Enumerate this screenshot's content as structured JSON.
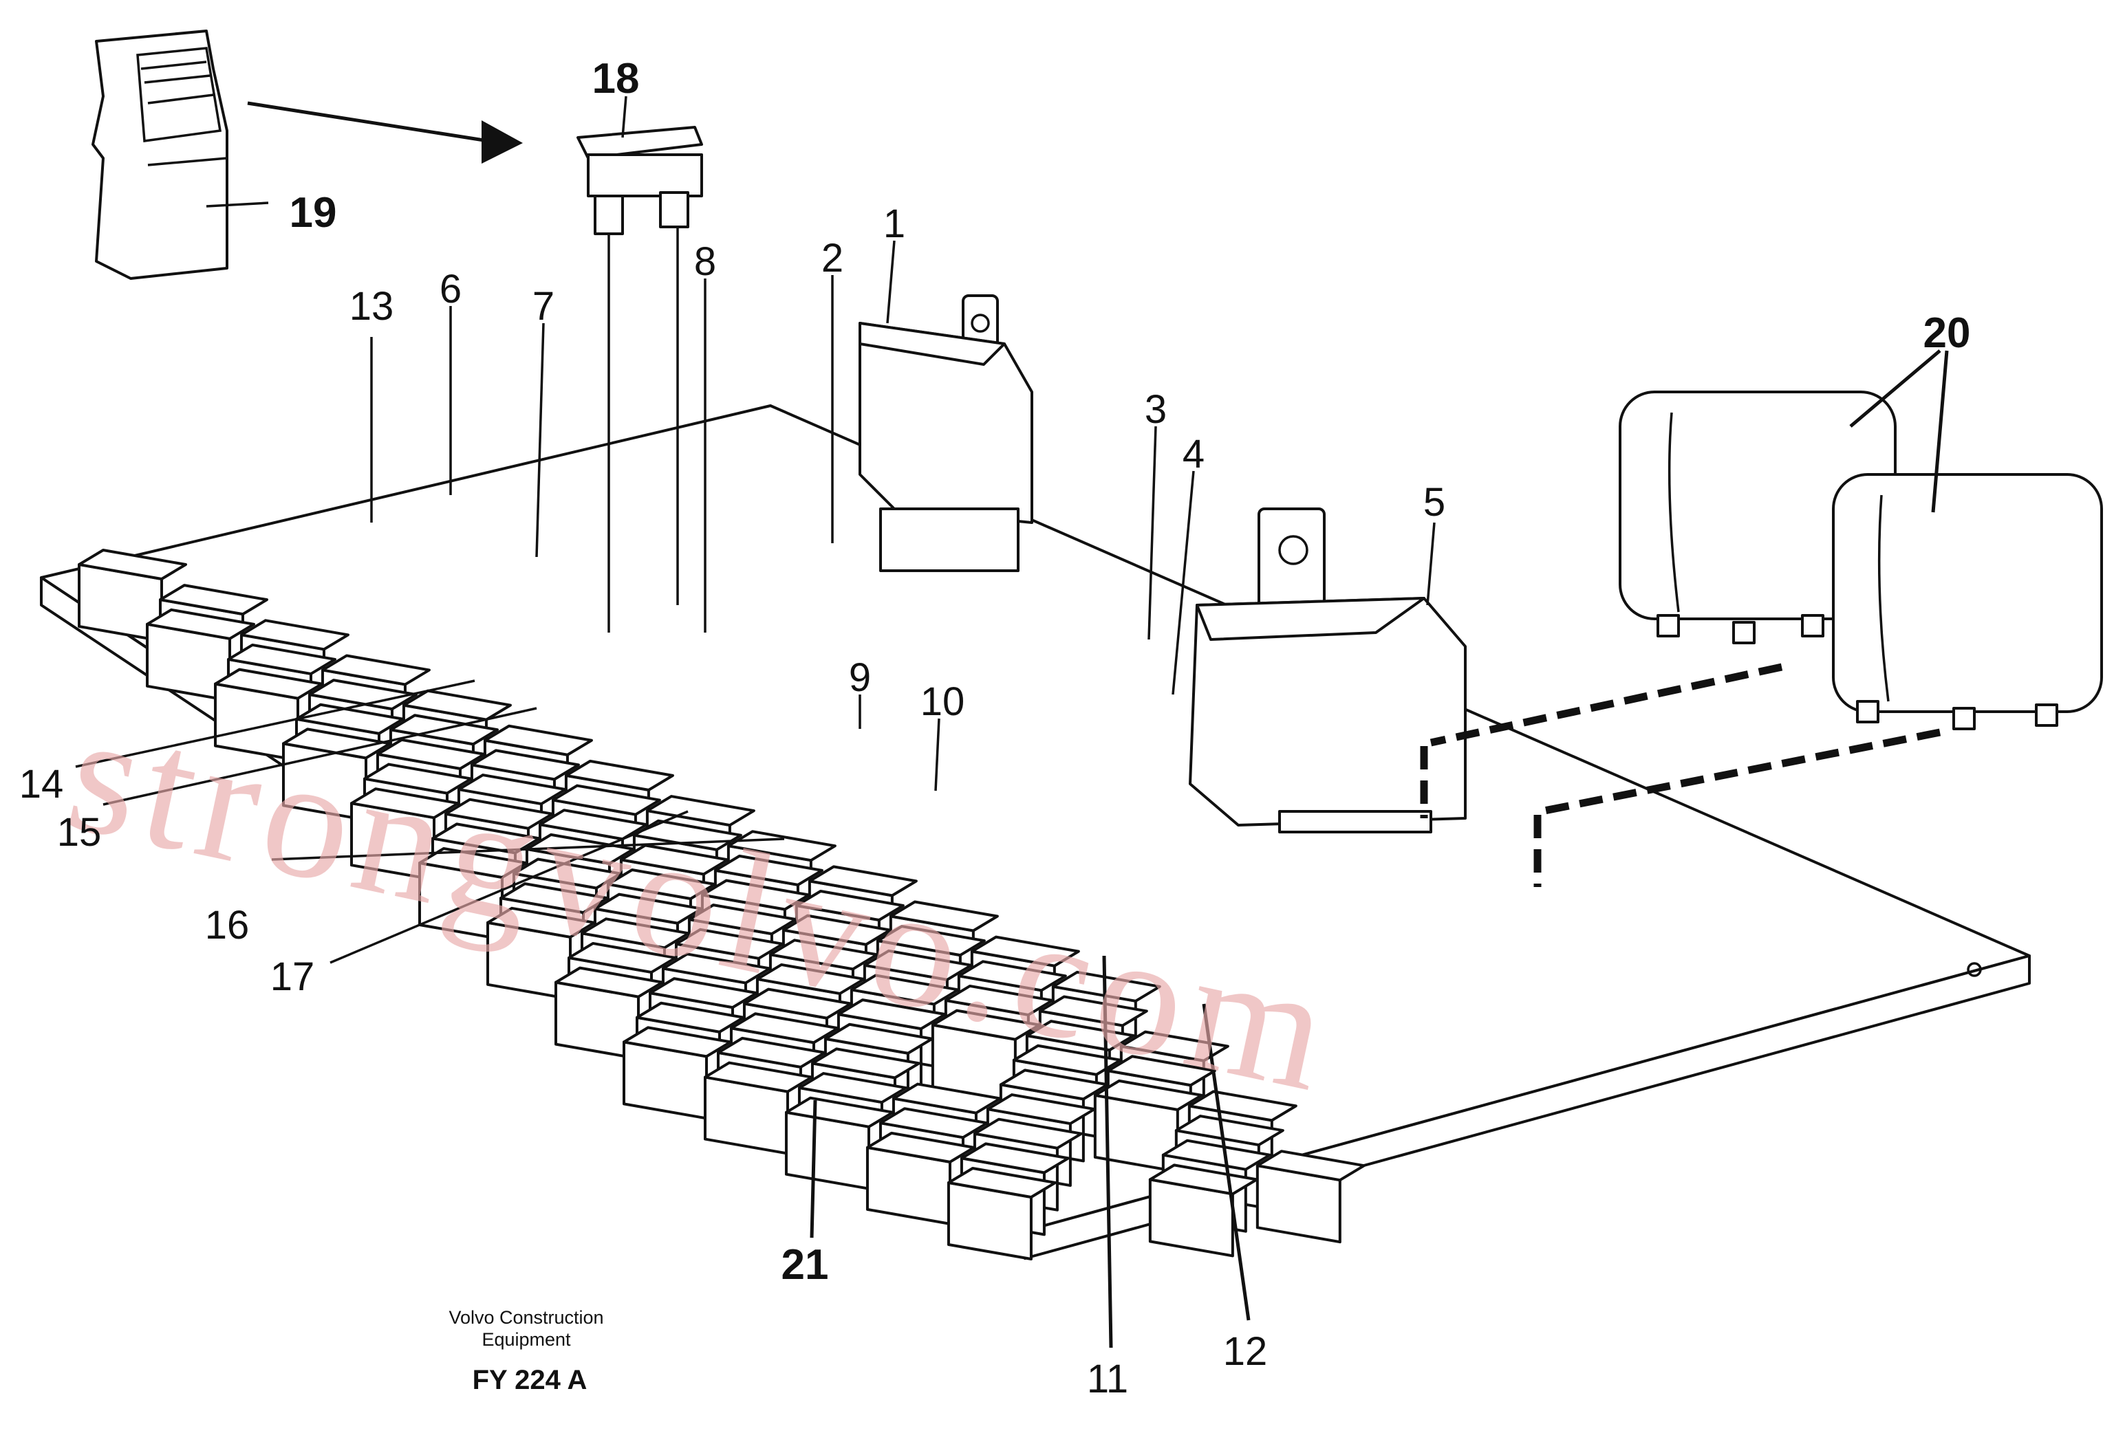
{
  "callouts": [
    {
      "id": "1",
      "label": "1"
    },
    {
      "id": "2",
      "label": "2"
    },
    {
      "id": "3",
      "label": "3"
    },
    {
      "id": "4",
      "label": "4"
    },
    {
      "id": "5",
      "label": "5"
    },
    {
      "id": "6",
      "label": "6"
    },
    {
      "id": "7",
      "label": "7"
    },
    {
      "id": "8",
      "label": "8"
    },
    {
      "id": "9",
      "label": "9"
    },
    {
      "id": "10",
      "label": "10"
    },
    {
      "id": "11",
      "label": "11"
    },
    {
      "id": "12",
      "label": "12"
    },
    {
      "id": "13",
      "label": "13"
    },
    {
      "id": "14",
      "label": "14"
    },
    {
      "id": "15",
      "label": "15"
    },
    {
      "id": "16",
      "label": "16"
    },
    {
      "id": "17",
      "label": "17"
    },
    {
      "id": "18",
      "label": "18"
    },
    {
      "id": "19",
      "label": "19"
    },
    {
      "id": "20",
      "label": "20"
    },
    {
      "id": "21",
      "label": "21"
    }
  ],
  "caption": {
    "line1": "Volvo Construction",
    "line2": "Equipment",
    "figure_code": "FY 224 A"
  },
  "watermark": "strongvolvo.com"
}
